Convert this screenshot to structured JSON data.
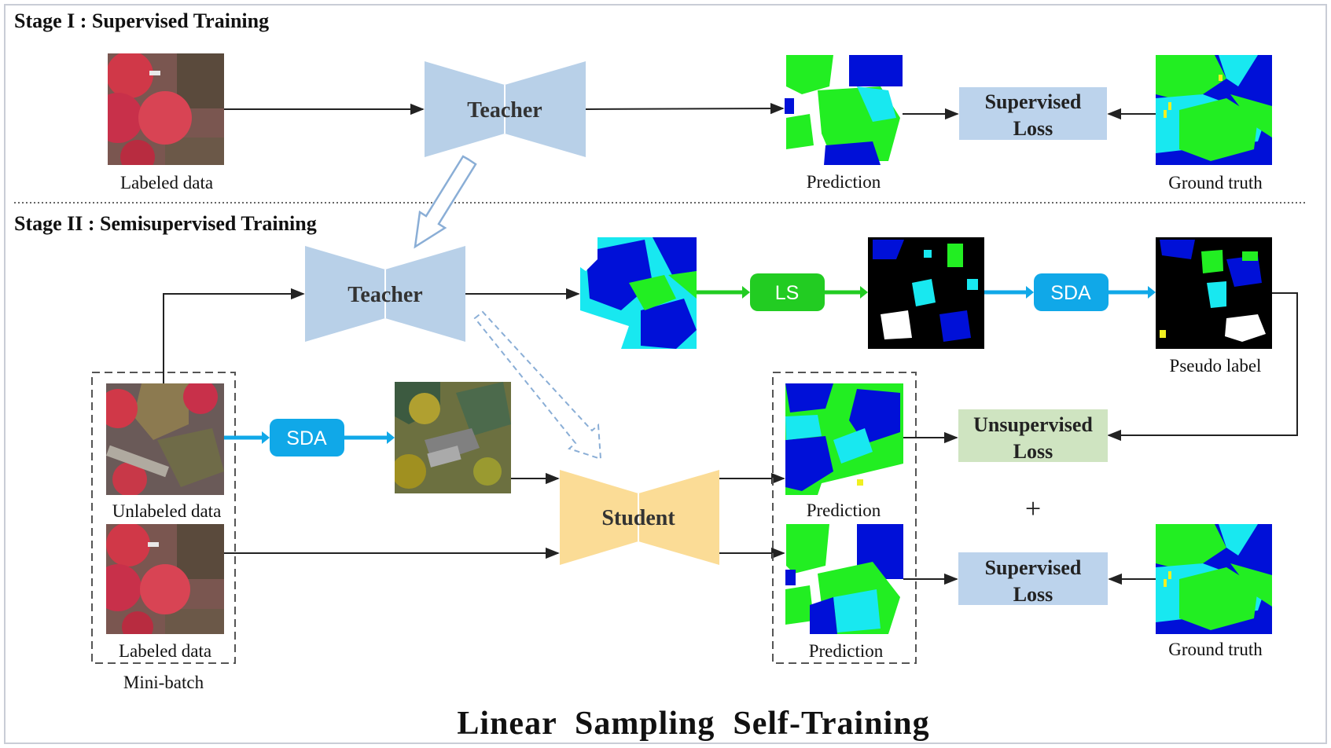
{
  "stage1": {
    "title": "Stage I : Supervised Training",
    "teacher_label": "Teacher",
    "labeled_data_caption": "Labeled data",
    "prediction_caption": "Prediction",
    "ground_truth_caption": "Ground truth",
    "loss_line1": "Supervised",
    "loss_line2": "Loss"
  },
  "stage2": {
    "title": "Stage II : Semisupervised Training",
    "teacher_label": "Teacher",
    "student_label": "Student",
    "ls_label": "LS",
    "sda_label_top": "SDA",
    "sda_label_left": "SDA",
    "pseudo_label_caption": "Pseudo label",
    "unlabeled_data_caption": "Unlabeled data",
    "labeled_data_caption": "Labeled data",
    "minibatch_caption": "Mini-batch",
    "prediction_caption_1": "Prediction",
    "prediction_caption_2": "Prediction",
    "ground_truth_caption": "Ground truth",
    "unsup_loss_line1": "Unsupervised",
    "unsup_loss_line2": "Loss",
    "sup_loss_line1": "Supervised",
    "sup_loss_line2": "Loss",
    "plus": "+"
  },
  "main_title": "Linear  Sampling  Self-Training",
  "colors": {
    "teacher": "#b8d0e8",
    "student": "#fbdc96",
    "loss_blue": "#bcd3ec",
    "loss_green": "#cfe4c1",
    "ls_green": "#22cc22",
    "sda_blue": "#10a8e8",
    "seg_blue": "#0010d8",
    "seg_green": "#22ee22",
    "seg_cyan": "#18e8f0",
    "seg_white": "#ffffff",
    "seg_yellow": "#f0f020",
    "ir_red": "#d43a4a",
    "ir_dark": "#5a4a44"
  }
}
